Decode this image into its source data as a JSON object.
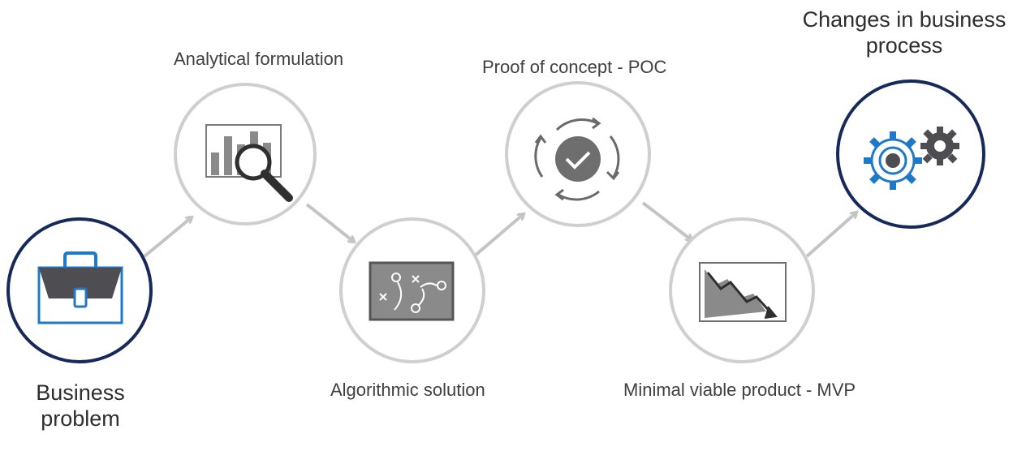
{
  "steps": {
    "business_problem": {
      "line1": "Business",
      "line2": "problem",
      "icon": "briefcase-icon"
    },
    "analytical_formulation": {
      "label": "Analytical formulation",
      "icon": "chart-magnifier-icon"
    },
    "algorithmic_solution": {
      "label": "Algorithmic solution",
      "icon": "strategy-board-icon"
    },
    "proof_of_concept": {
      "label": "Proof of concept - POC",
      "icon": "cycle-check-icon"
    },
    "minimal_viable_product": {
      "label": "Minimal viable product - MVP",
      "icon": "declining-chart-icon"
    },
    "changes_in_business_process": {
      "line1": "Changes in business",
      "line2": "process",
      "icon": "gears-icon"
    }
  },
  "colors": {
    "endpoint_ring": "#17285a",
    "step_ring": "#cfcfcf",
    "arrow": "#c4c4c4",
    "icon_gray": "#6e6e6e",
    "icon_blue": "#1f78c8"
  }
}
